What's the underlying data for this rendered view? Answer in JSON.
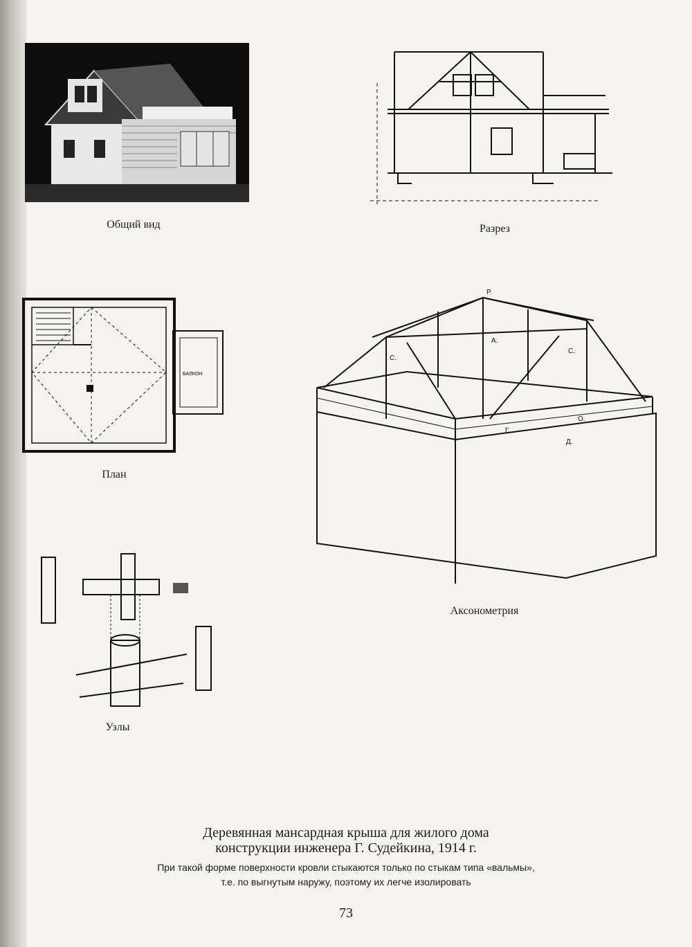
{
  "figures": {
    "general_view": {
      "label": "Общий вид"
    },
    "section": {
      "label": "Разрез"
    },
    "plan": {
      "label": "План",
      "balcony_text": "БАЛКОН"
    },
    "axonometry": {
      "label": "Аксонометрия",
      "markers": [
        "Р.",
        "А.",
        "С.",
        "С.",
        "О.",
        "Д.",
        "Г."
      ]
    },
    "nodes": {
      "label": "Узлы"
    }
  },
  "caption": {
    "title_line1": "Деревянная мансардная крыша для жилого дома",
    "title_line2": "конструкции инженера Г. Судейкина, 1914 г.",
    "note_line1": "При такой форме поверхности кровли стыкаются только по стыкам типа «вальмы»,",
    "note_line2": "т.е. по выгнутым наружу, поэтому их легче изолировать"
  },
  "page_number": "73"
}
